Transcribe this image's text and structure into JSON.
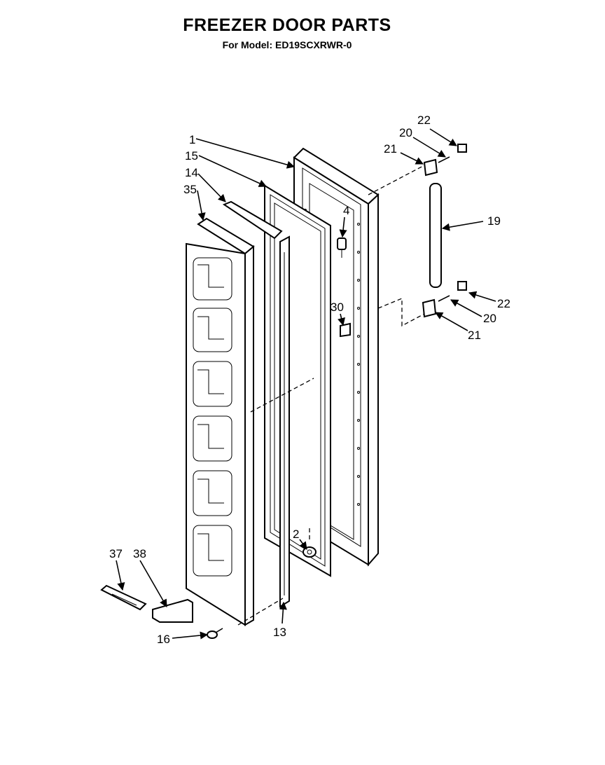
{
  "title": "FREEZER DOOR PARTS",
  "subtitle": "For Model: ED19SCXRWR-0",
  "callouts": [
    "1",
    "15",
    "14",
    "35",
    "4",
    "30",
    "2",
    "13",
    "16",
    "37",
    "38",
    "22",
    "20",
    "21",
    "19",
    "22",
    "20",
    "21"
  ]
}
